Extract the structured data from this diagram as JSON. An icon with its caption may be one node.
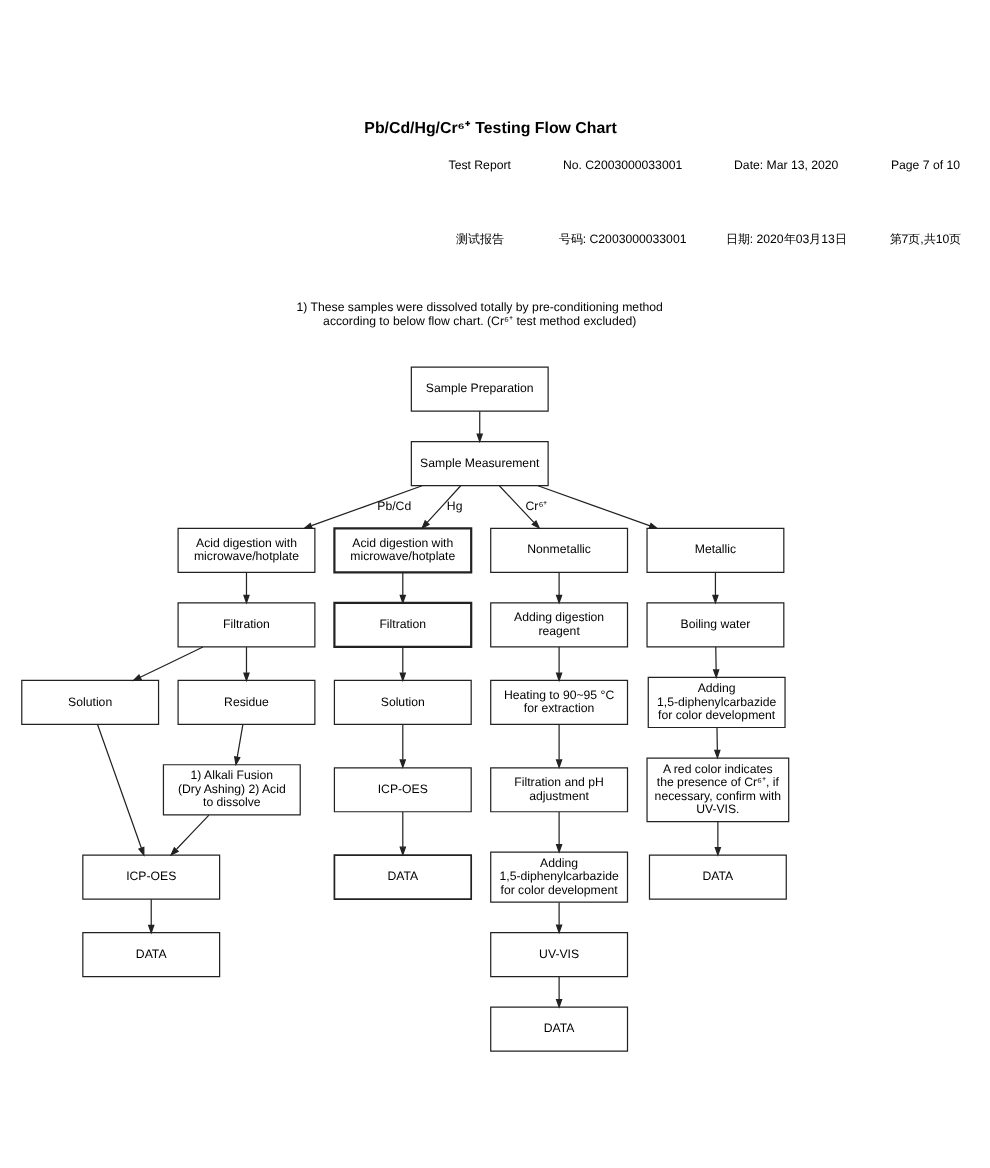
{
  "diagram": {
    "title": "Pb/Cd/Hg/Cr⁶⁺ Testing Flow Chart",
    "nodes": [
      {
        "text": [
          "Sample Preparation"
        ]
      },
      {
        "text": [
          "Sample Measurement"
        ]
      },
      {
        "text": [
          "Acid digestion with microwave/hotplate"
        ]
      },
      {
        "text": [
          "Filtration"
        ]
      },
      {
        "text": [
          "Solution"
        ]
      },
      {
        "text": [
          "Residue"
        ]
      },
      {
        "text": [
          "1) Alkali Fusion (Dry Ashing) 2) Acid to dissolve"
        ]
      },
      {
        "text": [
          "ICP-OES"
        ]
      },
      {
        "text": [
          "DATA"
        ]
      },
      {
        "text": [
          "Acid digestion with microwave/hotplate"
        ]
      },
      {
        "text": [
          "Filtration"
        ]
      },
      {
        "text": [
          "Solution"
        ]
      },
      {
        "text": [
          "ICP-OES"
        ]
      },
      {
        "text": [
          "DATA"
        ]
      },
      {
        "text": [
          "Nonmetallic"
        ]
      },
      {
        "text": [
          "Adding digestion reagent"
        ]
      },
      {
        "text": [
          "Heating to 90~95 °C for extraction"
        ]
      },
      {
        "text": [
          "Filtration and pH adjustment"
        ]
      },
      {
        "text": [
          "Adding 1,5-diphenylcarbazide for color development"
        ]
      },
      {
        "text": [
          "UV-VIS"
        ]
      },
      {
        "text": [
          "DATA"
        ]
      },
      {
        "text": [
          "Metallic"
        ]
      },
      {
        "text": [
          "Boiling water"
        ]
      },
      {
        "text": [
          "Adding 1,5-diphenylcarbazide for color development"
        ]
      },
      {
        "text": [
          "A red color indicates the presence of Cr⁶⁺, if necessary, confirm with UV-VIS."
        ]
      },
      {
        "text": [
          "DATA"
        ]
      }
    ],
    "edges": [
      {
        "from": 0,
        "to": 1,
        "arrow": "to"
      },
      {
        "from": 1,
        "to": 2,
        "arrow": "to",
        "label": "Pb/Cd"
      },
      {
        "from": 1,
        "to": 9,
        "arrow": "to",
        "label": "Hg"
      },
      {
        "from": 1,
        "to": 14,
        "arrow": "to",
        "label": "Cr⁶⁺"
      },
      {
        "from": 1,
        "to": 21,
        "arrow": "to"
      },
      {
        "from": 2,
        "to": 3,
        "arrow": "to"
      },
      {
        "from": 3,
        "to": 4,
        "arrow": "to"
      },
      {
        "from": 3,
        "to": 5,
        "arrow": "to"
      },
      {
        "from": 5,
        "to": 6,
        "arrow": "to"
      },
      {
        "from": 4,
        "to": 7,
        "arrow": "to"
      },
      {
        "from": 6,
        "to": 7,
        "arrow": "to"
      },
      {
        "from": 7,
        "to": 8,
        "arrow": "to"
      },
      {
        "from": 9,
        "to": 10,
        "arrow": "to"
      },
      {
        "from": 10,
        "to": 11,
        "arrow": "to"
      },
      {
        "from": 11,
        "to": 12,
        "arrow": "to"
      },
      {
        "from": 12,
        "to": 13,
        "arrow": "to"
      },
      {
        "from": 14,
        "to": 15,
        "arrow": "to"
      },
      {
        "from": 15,
        "to": 16,
        "arrow": "to"
      },
      {
        "from": 16,
        "to": 17,
        "arrow": "to"
      },
      {
        "from": 17,
        "to": 18,
        "arrow": "to"
      },
      {
        "from": 18,
        "to": 19,
        "arrow": "to"
      },
      {
        "from": 19,
        "to": 20,
        "arrow": "to"
      },
      {
        "from": 21,
        "to": 22,
        "arrow": "to"
      },
      {
        "from": 22,
        "to": 23,
        "arrow": "to"
      },
      {
        "from": 23,
        "to": 24,
        "arrow": "to"
      },
      {
        "from": 24,
        "to": 25,
        "arrow": "to"
      }
    ],
    "labels": [
      "Test Report",
      "测试报告",
      "No. C2003000033001",
      "号码: C2003000033001",
      "Date: Mar 13, 2020",
      "日期: 2020年03月13日",
      "Page 7 of 10",
      "第7页,共10页",
      "1) These samples were dissolved totally by pre-conditioning method according to below flow chart. (Cr⁶⁺ test method excluded)"
    ]
  }
}
